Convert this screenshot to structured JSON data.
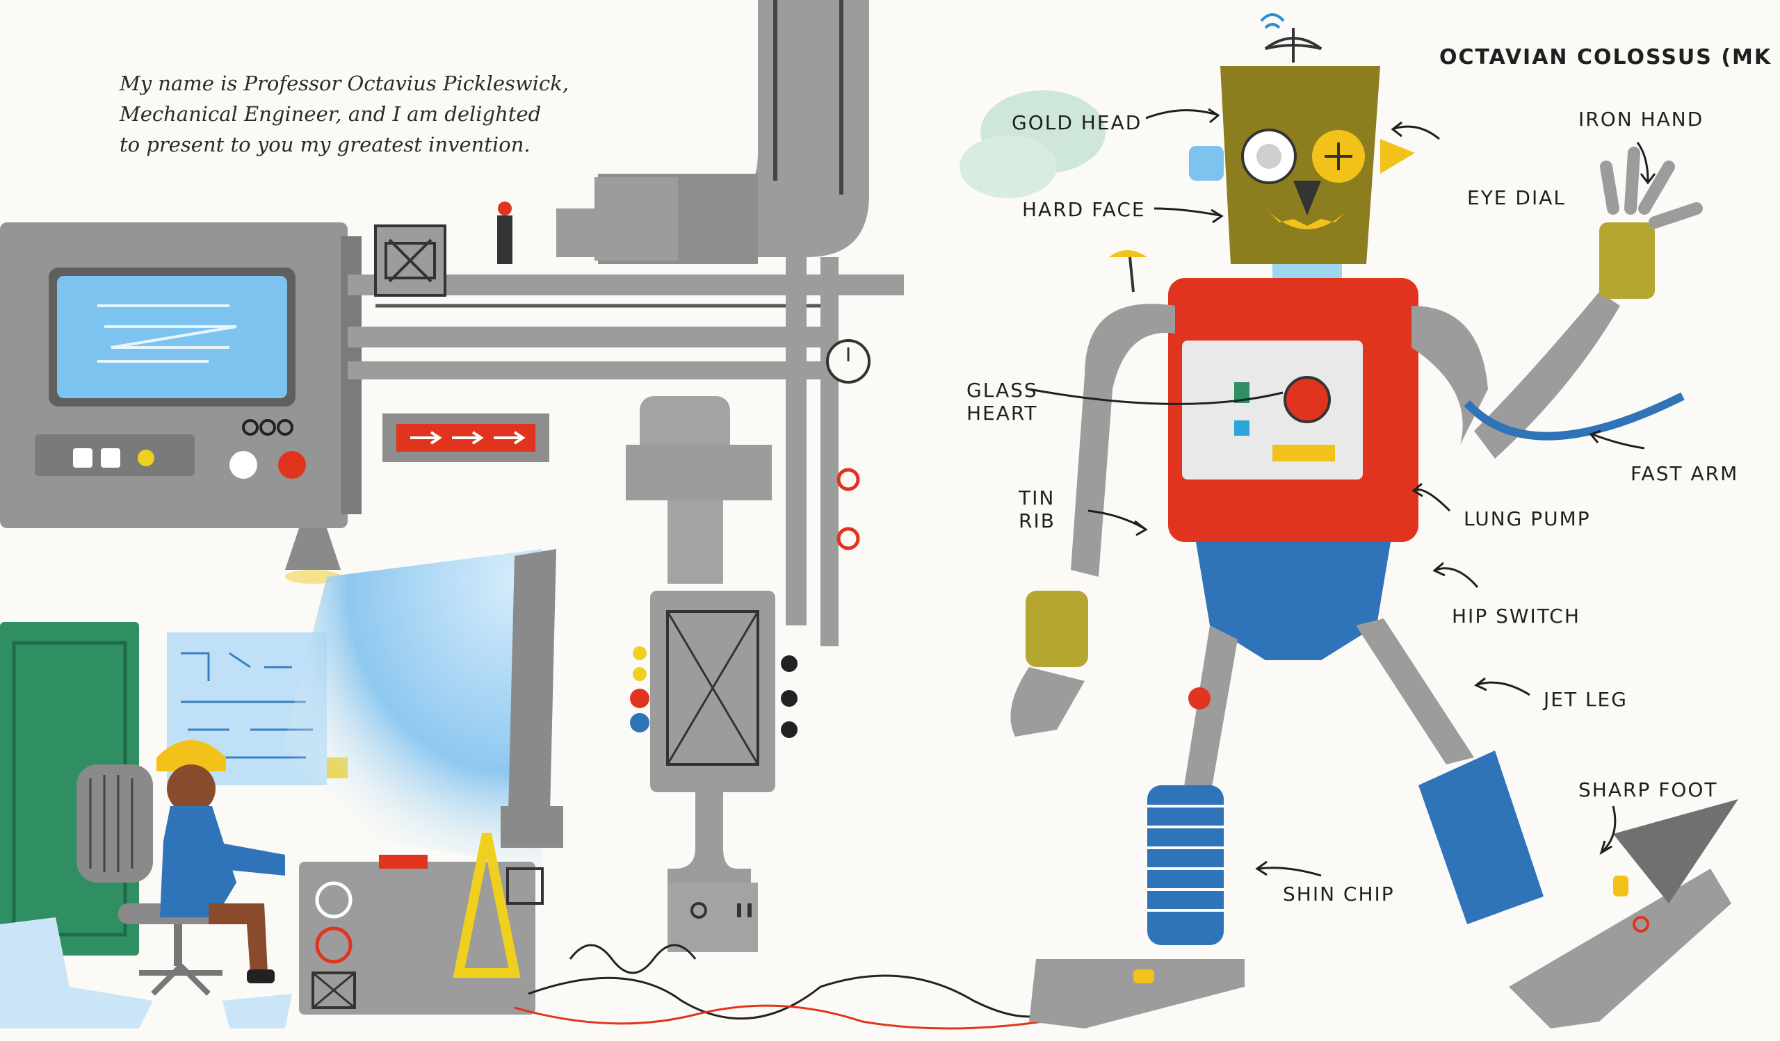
{
  "intro": {
    "line1": "My name is Professor Octavius Pickleswick,",
    "line2": "Mechanical Engineer, and I am delighted",
    "line3": "to present to you my greatest invention."
  },
  "robot": {
    "title": "OCTAVIAN COLOSSUS (MK III)",
    "labels": {
      "gold_head": "GOLD HEAD",
      "hard_face": "HARD FACE",
      "eye_dial": "EYE DIAL",
      "iron_hand": "IRON HAND",
      "glass_heart_1": "GLASS",
      "glass_heart_2": "HEART",
      "tin_rib_1": "TIN",
      "tin_rib_2": "RIB",
      "fast_arm": "FAST ARM",
      "lung_pump": "LUNG PUMP",
      "hip_switch": "HIP SWITCH",
      "jet_leg": "JET LEG",
      "sharp_foot": "SHARP FOOT",
      "shin_chip": "SHIN CHIP"
    }
  },
  "colors": {
    "paper": "#fbfaf6",
    "machine_grey": "#9a9a9a",
    "dark_grey": "#6e6e6e",
    "robot_red": "#e0341f",
    "robot_blue": "#2f73b8",
    "robot_gold": "#8c7d1e",
    "screen_blue": "#6fb6e8",
    "locker_green": "#2f8f63",
    "helmet_yellow": "#f2c21b"
  }
}
